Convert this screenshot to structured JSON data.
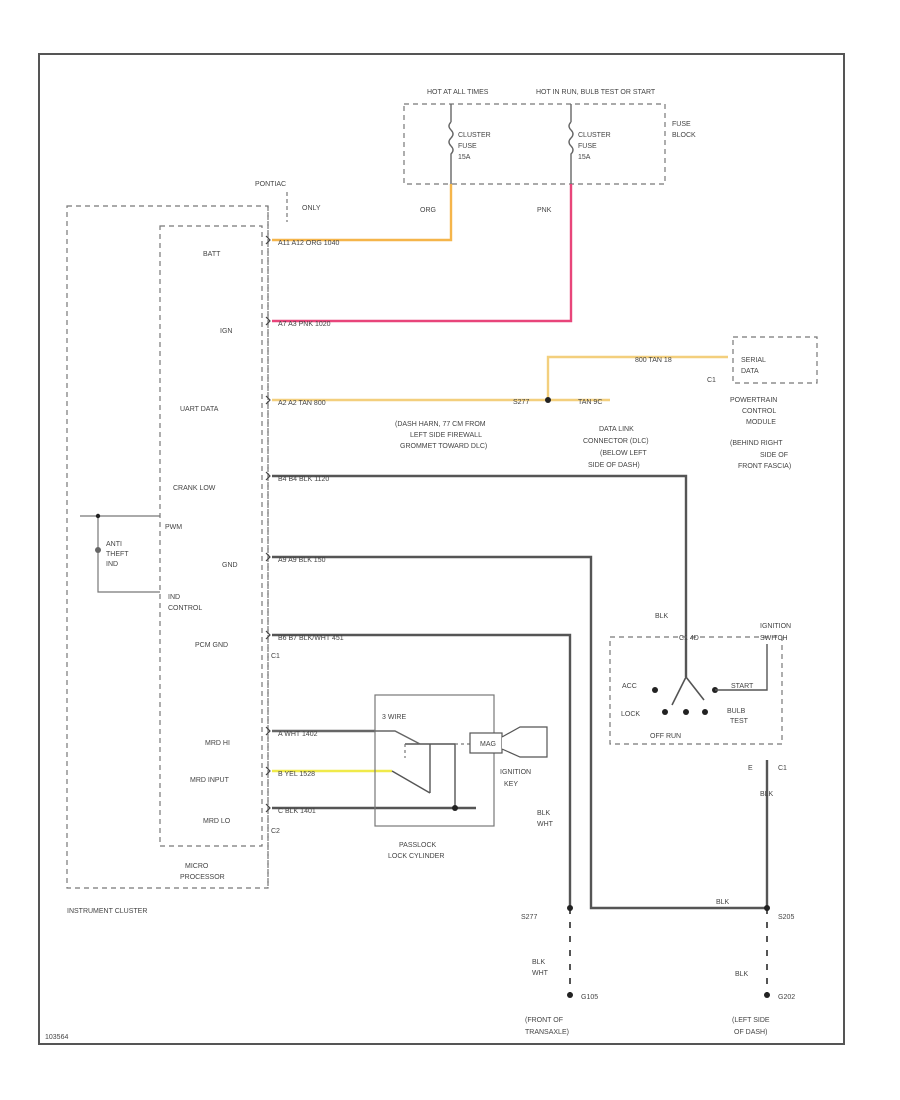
{
  "colors": {
    "orange": "#f5b54a",
    "pink": "#e8457a",
    "tan": "#f3cf7d",
    "yellow": "#f0ea4a",
    "black": "#555555",
    "gray": "#777777"
  },
  "fuse_block": {
    "hot_at_all_times": "HOT AT ALL TIMES",
    "hot_in_run": "HOT IN RUN, BULB TEST OR START",
    "fuse_left": [
      "CLUSTER",
      "FUSE",
      "15A"
    ],
    "fuse_right": [
      "CLUSTER",
      "FUSE",
      "15A"
    ],
    "label": [
      "FUSE",
      "BLOCK"
    ]
  },
  "pontiac": {
    "label": "PONTIAC",
    "sub": "ONLY"
  },
  "wire_colors": {
    "org": "ORG",
    "pnk": "PNK",
    "blk": "BLK",
    "blk_wht": [
      "BLK",
      "WHT"
    ]
  },
  "cluster": {
    "pins": [
      "BATT",
      "IGN",
      "UART DATA",
      "CRANK LOW",
      "GND",
      "PCM GND",
      "MRD HI",
      "MRD INPUT",
      "MRD LO"
    ],
    "pwm": "PWM",
    "anti_theft": [
      "ANTI",
      "THEFT",
      "IND"
    ],
    "ind_control": [
      "IND",
      "CONTROL"
    ],
    "micro": [
      "MICRO",
      "PROCESSOR"
    ],
    "title": "INSTRUMENT CLUSTER",
    "conn_c1": "C1",
    "conn_c2": "C2",
    "wire_codes": [
      "A11  A12   ORG  1040",
      "A7   A3    PNK  1020",
      "A2   A2    TAN  800",
      "B4   B4    BLK  1120",
      "A9   A9    BLK  150",
      "B6   B7    BLK/WHT  451",
      "A  WHT  1402",
      "B  YEL  1528",
      "C  BLK  1401"
    ]
  },
  "uart": {
    "s277": "S277",
    "tan_out": "800  TAN  18",
    "tan_dlc": "TAN  9C",
    "serial": [
      "SERIAL",
      "DATA"
    ],
    "c1": "C1",
    "pcm": [
      "POWERTRAIN",
      "CONTROL",
      "MODULE",
      "(BEHIND RIGHT",
      "SIDE OF",
      "FRONT FASCIA)"
    ],
    "splice_note": [
      "(DASH HARN, 77 CM FROM",
      "LEFT SIDE FIREWALL",
      "GROMMET TOWARD DLC)"
    ],
    "dlc": [
      "DATA LINK",
      "CONNECTOR (DLC)",
      "(BELOW LEFT",
      "SIDE OF DASH)"
    ]
  },
  "passlock": {
    "sensors": "3 WIRE",
    "key": [
      "IGNITION",
      "KEY"
    ],
    "title": [
      "PASSLOCK",
      "LOCK CYLINDER"
    ],
    "mag": "MAG"
  },
  "ignition": {
    "switch": [
      "IGNITION",
      "SWITCH"
    ],
    "c1_top": "C1  4D",
    "acc": "ACC",
    "start": "START",
    "lock": "LOCK",
    "bulb": [
      "BULB",
      "TEST"
    ],
    "off_run": "OFF    RUN",
    "pin_e": "E",
    "c1_bot": "C1"
  },
  "grounds": {
    "s277": "S277",
    "g105": "G105",
    "s205": "S205",
    "g202": "G202",
    "g105_loc": [
      "(FRONT OF",
      "TRANSAXLE)"
    ],
    "g202_loc": [
      "(LEFT SIDE",
      "OF DASH)"
    ]
  },
  "figure_id": "103564"
}
